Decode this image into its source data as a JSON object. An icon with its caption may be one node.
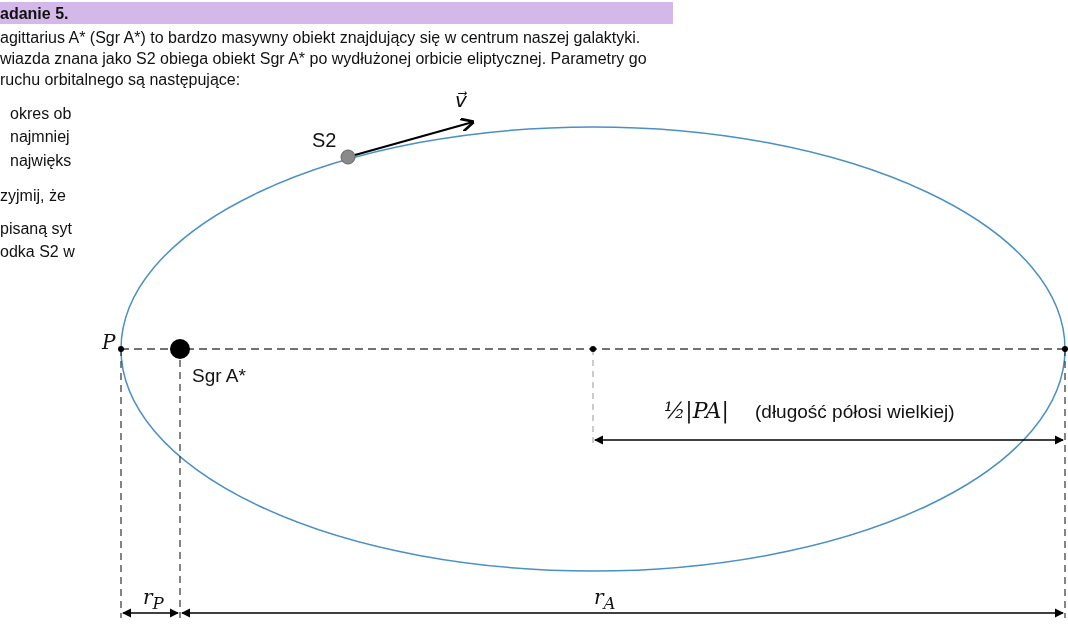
{
  "diagram": {
    "title": "adanie 5.",
    "labels": [
      "agittarius A* (Sgr A*) to bardzo masywny obiekt znajdujący się w centrum naszej galaktyki. wiazda znana jako S2 obiega obiekt Sgr A* po wydłużonej orbicie eliptycznej. Parametry go ruchu orbitalnego są następujące:",
      "okres ob",
      "najmniej",
      "najwięks",
      "zyjmij, że",
      "pisaną syt",
      "odka S2 w",
      "v⃗",
      "S2",
      "P",
      "Sgr A*",
      "½|PA|",
      "(długość półosi wielkiej)",
      "r$_{P}$",
      "r$_{A}$"
    ]
  }
}
